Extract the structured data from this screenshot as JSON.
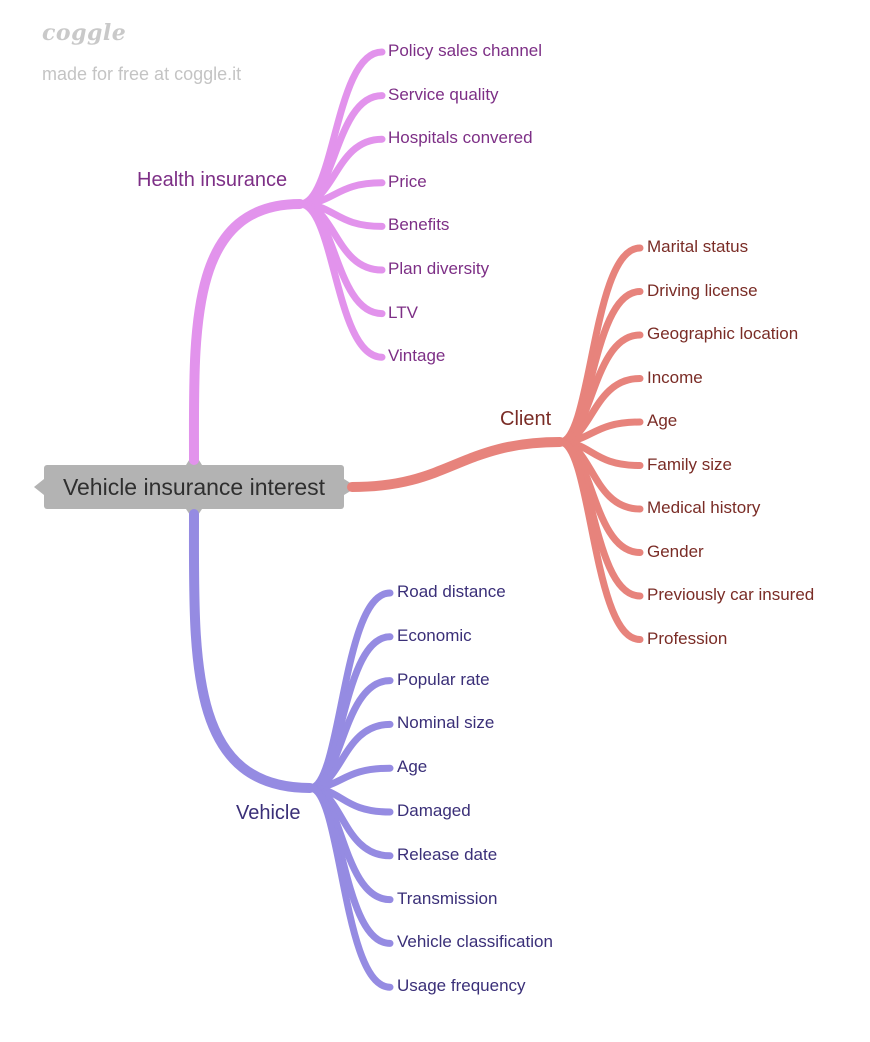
{
  "brand": {
    "logo": "coggle",
    "tagline": "made for free at coggle.it"
  },
  "root": {
    "label": "Vehicle insurance interest"
  },
  "colors": {
    "health": "#e293ec",
    "health_text": "#7d2f86",
    "client": "#e7837c",
    "client_text": "#7a2c26",
    "vehicle": "#958be2",
    "vehicle_text": "#3a2f78",
    "root_bg": "#b3b3b3"
  },
  "branches": {
    "health": {
      "label": "Health insurance",
      "items": [
        "Policy sales channel",
        "Service quality",
        "Hospitals convered",
        "Price",
        "Benefits",
        "Plan diversity",
        "LTV",
        "Vintage"
      ]
    },
    "client": {
      "label": "Client",
      "items": [
        "Marital status",
        "Driving license",
        "Geographic location",
        "Income",
        "Age",
        "Family size",
        "Medical history",
        "Gender",
        "Previously car insured",
        "Profession"
      ]
    },
    "vehicle": {
      "label": "Vehicle",
      "items": [
        "Road distance",
        "Economic",
        "Popular rate",
        "Nominal size",
        "Age",
        "Damaged",
        "Release date",
        "Transmission",
        "Vehicle classification",
        "Usage frequency"
      ]
    }
  }
}
